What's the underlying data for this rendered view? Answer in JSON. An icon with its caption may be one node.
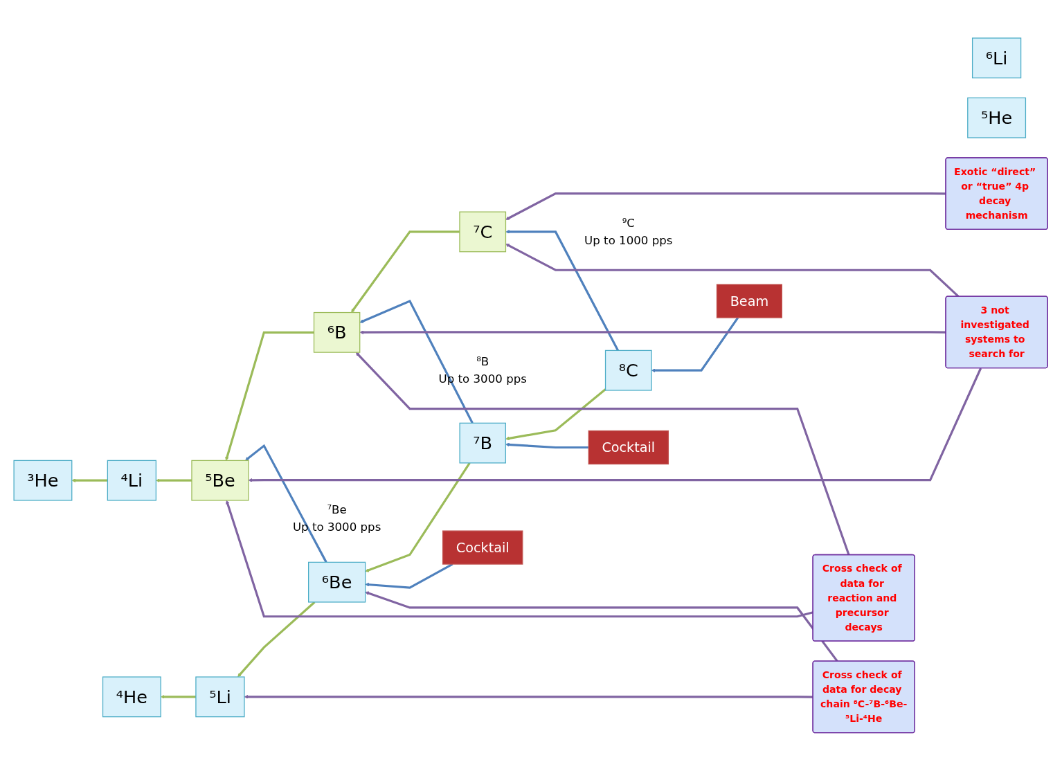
{
  "diagram": {
    "nodes": [
      {
        "text": [
          "Exotic “direct” or “true” 4p decay mechanism"
        ]
      },
      {
        "text": [
          "3 not investigated systems to search for"
        ]
      },
      {
        "text": [
          "Cross check of data for reaction and precursor decays"
        ]
      },
      {
        "text": [
          "Cross check of data for decay chain ⁸C-⁷B-⁶Be-⁵Li-⁴He"
        ]
      },
      {
        "text": [
          "⁷C"
        ]
      },
      {
        "text": [
          "⁸C"
        ]
      },
      {
        "text": [
          "Beam"
        ],
        "beside": [
          "⁹C",
          "Up to 1000 pps"
        ]
      },
      {
        "text": [
          "⁶B"
        ]
      },
      {
        "text": [
          "⁷B"
        ]
      },
      {
        "text": [
          "Cocktail"
        ],
        "beside": [
          "⁸B",
          "Up to 3000 pps"
        ]
      },
      {
        "text": [
          "⁵Be"
        ]
      },
      {
        "text": [
          "⁶Be"
        ]
      },
      {
        "text": [
          "Cocktail"
        ],
        "beside": [
          "⁷Be",
          "Up to 3000 pps"
        ]
      },
      {
        "text": [
          "⁴Li"
        ]
      },
      {
        "text": [
          "⁵Li"
        ]
      },
      {
        "text": [
          "⁶Li"
        ]
      },
      {
        "text": [
          "³He"
        ]
      },
      {
        "text": [
          "⁴He"
        ]
      },
      {
        "text": [
          "⁵He"
        ]
      }
    ],
    "edges": [
      {
        "from": 0,
        "to": 4,
        "arrow": "to",
        "color": "#8064a2"
      },
      {
        "from": 5,
        "to": 4,
        "arrow": "to",
        "color": "#4f81bd"
      },
      {
        "from": 6,
        "to": 5,
        "arrow": "to",
        "color": "#4f81bd"
      },
      {
        "from": 4,
        "to": 7,
        "arrow": "to",
        "color": "#9bbb59"
      },
      {
        "from": 5,
        "to": 8,
        "arrow": "to",
        "color": "#9bbb59"
      },
      {
        "from": 8,
        "to": 7,
        "arrow": "to",
        "color": "#4f81bd"
      },
      {
        "from": 9,
        "to": 8,
        "arrow": "to",
        "color": "#4f81bd"
      },
      {
        "from": 7,
        "to": 10,
        "arrow": "to",
        "color": "#9bbb59"
      },
      {
        "from": 8,
        "to": 11,
        "arrow": "to",
        "color": "#9bbb59"
      },
      {
        "from": 11,
        "to": 10,
        "arrow": "to",
        "color": "#4f81bd"
      },
      {
        "from": 12,
        "to": 11,
        "arrow": "to",
        "color": "#4f81bd"
      },
      {
        "from": 10,
        "to": 13,
        "arrow": "to",
        "color": "#9bbb59"
      },
      {
        "from": 11,
        "to": 14,
        "arrow": "to",
        "color": "#9bbb59"
      },
      {
        "from": 13,
        "to": 16,
        "arrow": "to",
        "color": "#9bbb59"
      },
      {
        "from": 14,
        "to": 17,
        "arrow": "to",
        "color": "#9bbb59"
      },
      {
        "from": 1,
        "to": 4,
        "arrow": "to",
        "color": "#8064a2"
      },
      {
        "from": 1,
        "to": 7,
        "arrow": "to",
        "color": "#8064a2"
      },
      {
        "from": 1,
        "to": 10,
        "arrow": "to",
        "color": "#8064a2"
      },
      {
        "from": 2,
        "to": 7,
        "arrow": "to",
        "color": "#8064a2"
      },
      {
        "from": 2,
        "to": 10,
        "arrow": "to",
        "color": "#8064a2"
      },
      {
        "from": 3,
        "to": 11,
        "arrow": "to",
        "color": "#8064a2"
      },
      {
        "from": 3,
        "to": 14,
        "arrow": "to",
        "color": "#8064a2"
      }
    ]
  }
}
